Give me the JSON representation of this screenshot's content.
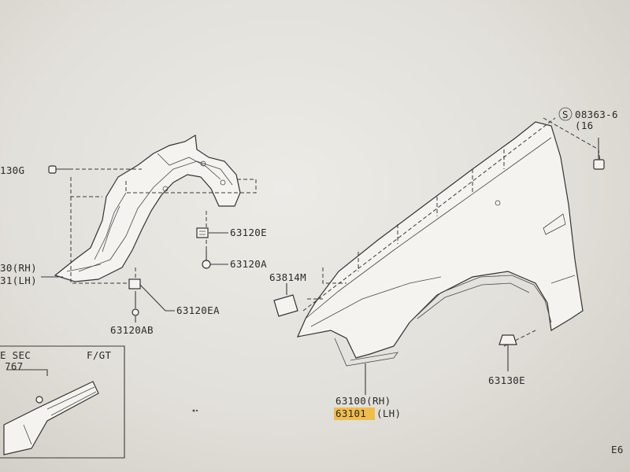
{
  "labels": {
    "p63130g": "130G",
    "p63130rh": "30(RH)",
    "p63131lh": "31(LH)",
    "p63120e": "63120E",
    "p63120a": "63120A",
    "p63120ea": "63120EA",
    "p63120ab": "63120AB",
    "p63814m": "63814M",
    "p08363": "08363-6",
    "p08363qty": "(16",
    "p08363s": "S",
    "p63100": "63100(RH)",
    "p63101": "63101",
    "p63101lh": "(LH)",
    "p63130e": "63130E",
    "inset_sec": "E SEC",
    "inset_num": "767",
    "inset_fgt": "F/GT",
    "corner_code": "E6"
  },
  "colors": {
    "highlight": "#f2b632",
    "line": "#3a3a3a",
    "paper": "#e8e6e0"
  }
}
